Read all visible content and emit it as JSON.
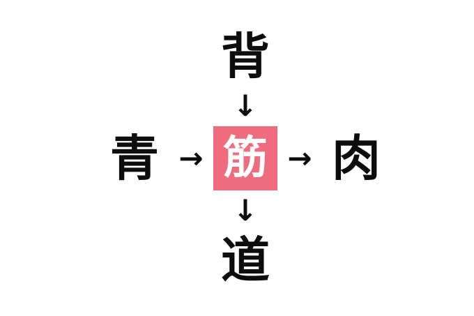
{
  "puzzle": {
    "type": "kanji-compound-puzzle",
    "top_kanji": "背",
    "left_kanji": "青",
    "right_kanji": "肉",
    "bottom_kanji": "道",
    "center_kanji": "筋",
    "arrows": {
      "top_to_center": "↓",
      "left_to_center": "→",
      "center_to_right": "→",
      "center_to_bottom": "↓"
    },
    "colors": {
      "background": "#ffffff",
      "kanji_text": "#0d0d0d",
      "center_tile_bg": "#ef6b7e",
      "center_tile_text": "#ffffff"
    }
  }
}
